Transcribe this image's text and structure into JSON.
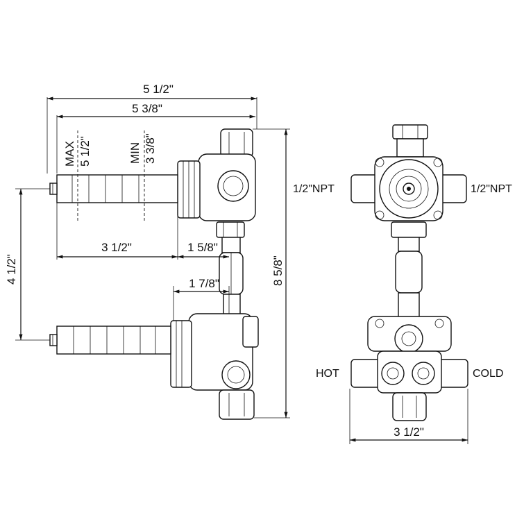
{
  "dimensions": {
    "overall_width": "5 1/2\"",
    "inner_width": "5 3/8\"",
    "max_label": "MAX",
    "max_value": "5 1/2\"",
    "min_label": "MIN",
    "min_value": "3 3/8\"",
    "stem_length": "3 1/2\"",
    "offset_upper": "1 5/8\"",
    "offset_lower": "1 7/8\"",
    "vertical_spacing": "4 1/2\"",
    "overall_height": "8 5/8\"",
    "front_width": "3 1/2\""
  },
  "ports": {
    "left": "1/2\"NPT",
    "right": "1/2\"NPT",
    "hot": "HOT",
    "cold": "COLD"
  }
}
